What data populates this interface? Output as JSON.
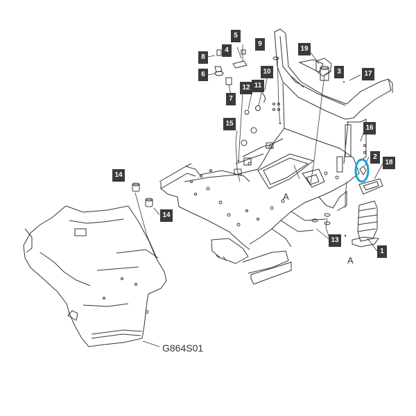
{
  "drawing_code": "G864S01",
  "view_markers": [
    "A",
    "A"
  ],
  "callouts": [
    "1",
    "2",
    "3",
    "4",
    "5",
    "6",
    "7",
    "8",
    "9",
    "10",
    "11",
    "12",
    "13",
    "14",
    "14",
    "15",
    "16",
    "17",
    "18",
    "19"
  ],
  "colors": {
    "callout_bg": "#3a3a3a",
    "callout_text": "#ffffff",
    "line_art": "#333333",
    "highlight_ring": "#1aa0d8"
  },
  "highlighted_part": "2"
}
